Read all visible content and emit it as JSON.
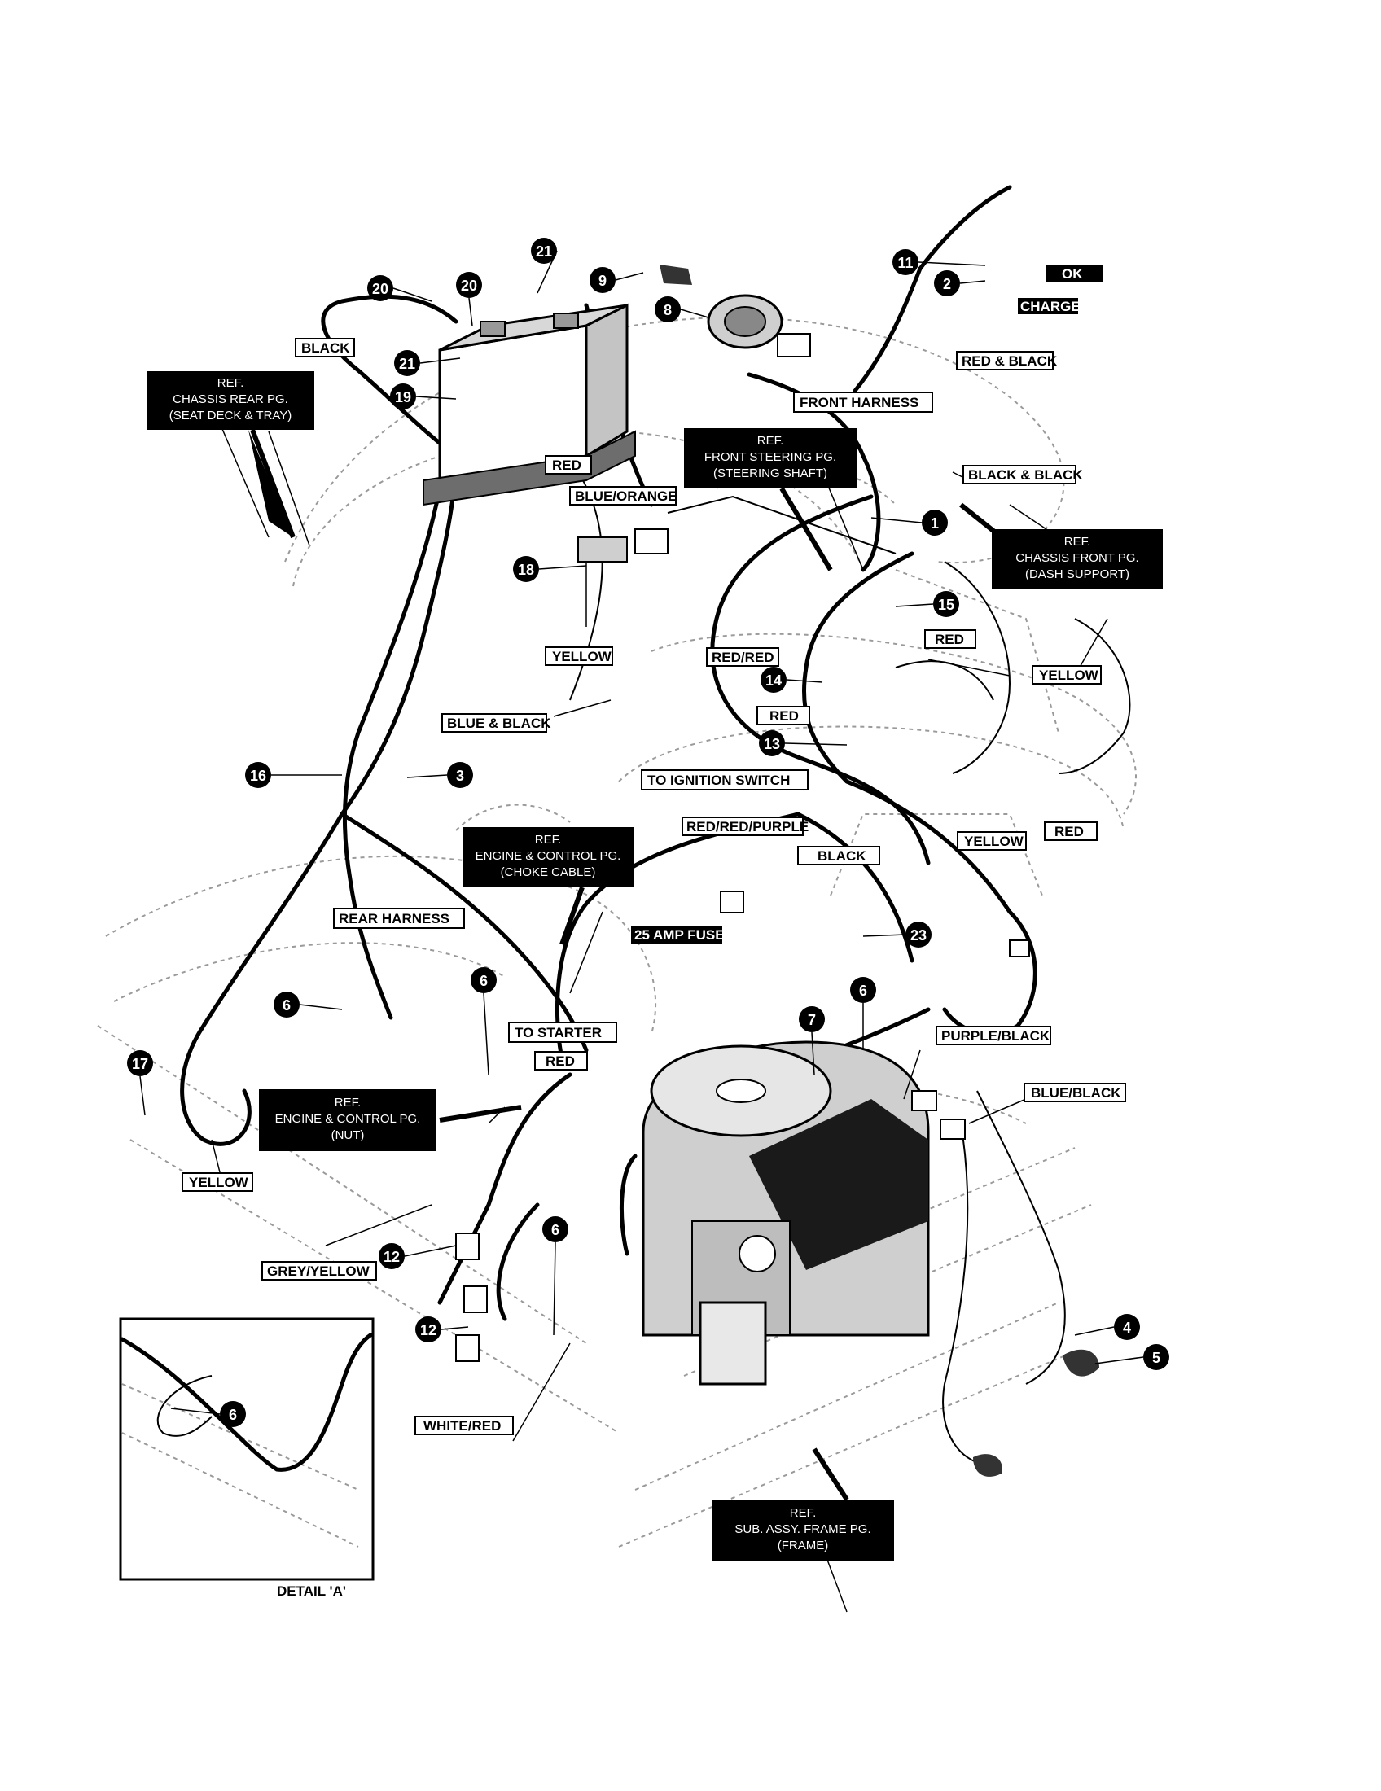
{
  "wire_labels": {
    "black_battery": "BLACK",
    "red_battery": "RED",
    "blue_orange": "BLUE/ORANGE",
    "front_harness": "FRONT HARNESS",
    "red_and_black": "RED & BLACK",
    "black_and_black": "BLACK & BLACK",
    "yellow_18": "YELLOW",
    "red_red": "RED/RED",
    "red_15": "RED",
    "yellow_right": "YELLOW",
    "blue_and_black": "BLUE & BLACK",
    "red_14": "RED",
    "to_ignition_switch": "TO IGNITION SWITCH",
    "red_red_purple": "RED/RED/PURPLE",
    "black_mid": "BLACK",
    "yellow_mid": "YELLOW",
    "red_mid": "RED",
    "rear_harness": "REAR HARNESS",
    "amp_fuse": "25 AMP FUSE",
    "to_starter": "TO STARTER",
    "red_starter": "RED",
    "purple_black": "PURPLE/BLACK",
    "blue_black": "BLUE/BLACK",
    "yellow_ground": "YELLOW",
    "grey_yellow": "GREY/YELLOW",
    "white_red": "WHITE/RED",
    "ok": "OK",
    "charge": "CHARGE"
  },
  "ref_boxes": {
    "chassis_rear": [
      "REF.",
      "CHASSIS REAR PG.",
      "(SEAT DECK & TRAY)"
    ],
    "front_steering": [
      "REF.",
      "FRONT STEERING PG.",
      "(STEERING SHAFT)"
    ],
    "chassis_front": [
      "REF.",
      "CHASSIS FRONT PG.",
      "(DASH SUPPORT)"
    ],
    "engine_choke": [
      "REF.",
      "ENGINE & CONTROL PG.",
      "(CHOKE CABLE)"
    ],
    "engine_nut": [
      "REF.",
      "ENGINE & CONTROL PG.",
      "(NUT)"
    ],
    "sub_assy_frame": [
      "REF.",
      "SUB. ASSY. FRAME PG.",
      "(FRAME)"
    ]
  },
  "callouts": {
    "n21_top": "21",
    "n20_left": "20",
    "n20_right": "20",
    "n21_mid": "21",
    "n19": "19",
    "n9": "9",
    "n8": "8",
    "n11": "11",
    "n2": "2",
    "n1": "1",
    "n15": "15",
    "n18": "18",
    "n14": "14",
    "n13": "13",
    "n16": "16",
    "n3": "3",
    "n23": "23",
    "n6_left": "6",
    "n6_mid": "6",
    "n6_right": "6",
    "n7": "7",
    "n17": "17",
    "n12_top": "12",
    "n12_bot": "12",
    "n6_low": "6",
    "n4": "4",
    "n5": "5",
    "n6_detail": "6"
  },
  "detail_caption": "DETAIL 'A'"
}
